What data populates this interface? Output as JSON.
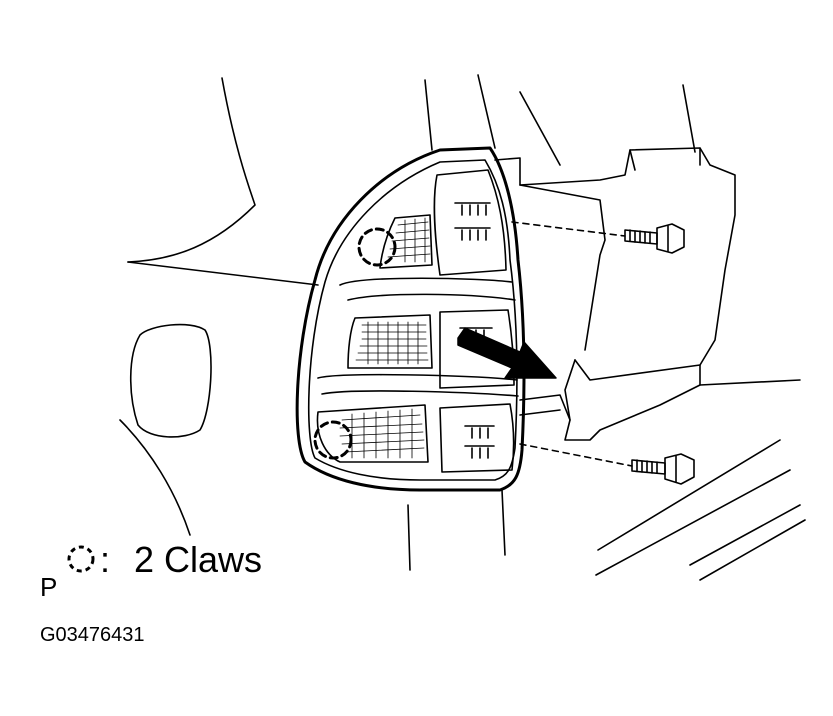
{
  "legend": {
    "prefix": "P",
    "symbol": "claw-circle-dashed",
    "separator": ":",
    "text": "2 Claws"
  },
  "figure_code": "G03476431",
  "colors": {
    "ink": "#000000",
    "paper": "#ffffff"
  }
}
